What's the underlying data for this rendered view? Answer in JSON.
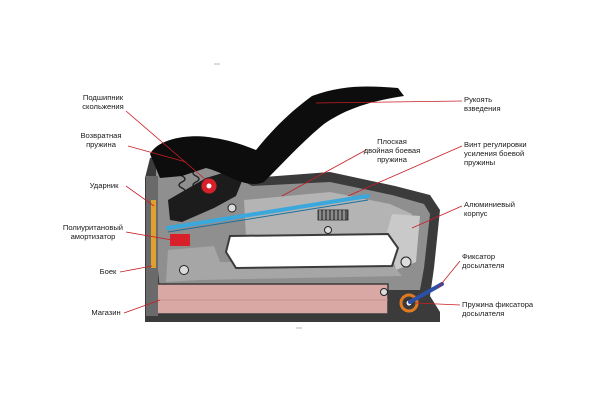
{
  "labels": {
    "bearing": [
      "Подшипник",
      "скольжения"
    ],
    "return_spring": [
      "Возвратная",
      "пружина"
    ],
    "striker": [
      "Ударник"
    ],
    "damper": [
      "Полиуританoвый",
      "амортизатор"
    ],
    "side": [
      "Боек"
    ],
    "magazine": [
      "Магазин"
    ],
    "cocking_handle": [
      "Рукоять",
      "взведения"
    ],
    "leaf_spring": [
      "Плоская",
      "двойная боевая",
      "пружина"
    ],
    "adjust_screw": [
      "Винт регулировки",
      "усиления боевой",
      "пружины"
    ],
    "housing": [
      "Алюминиевый",
      "корпус"
    ],
    "feeder_latch": [
      "Фиксатор",
      "досылателя"
    ],
    "latch_spring": [
      "Пружина фиксатора",
      "досылателя"
    ]
  },
  "colors": {
    "body_dark": "#3b3b3b",
    "body_mid": "#8f8f8f",
    "body_light": "#c9c9c9",
    "handle": "#0d0d0d",
    "magazine": "#d9a8a4",
    "leaf_spring": "#3aa7dd",
    "damper": "#d8202a",
    "striker": "#e0a030",
    "latch": "#2c4fa8",
    "leader_line": "#c81e24"
  }
}
